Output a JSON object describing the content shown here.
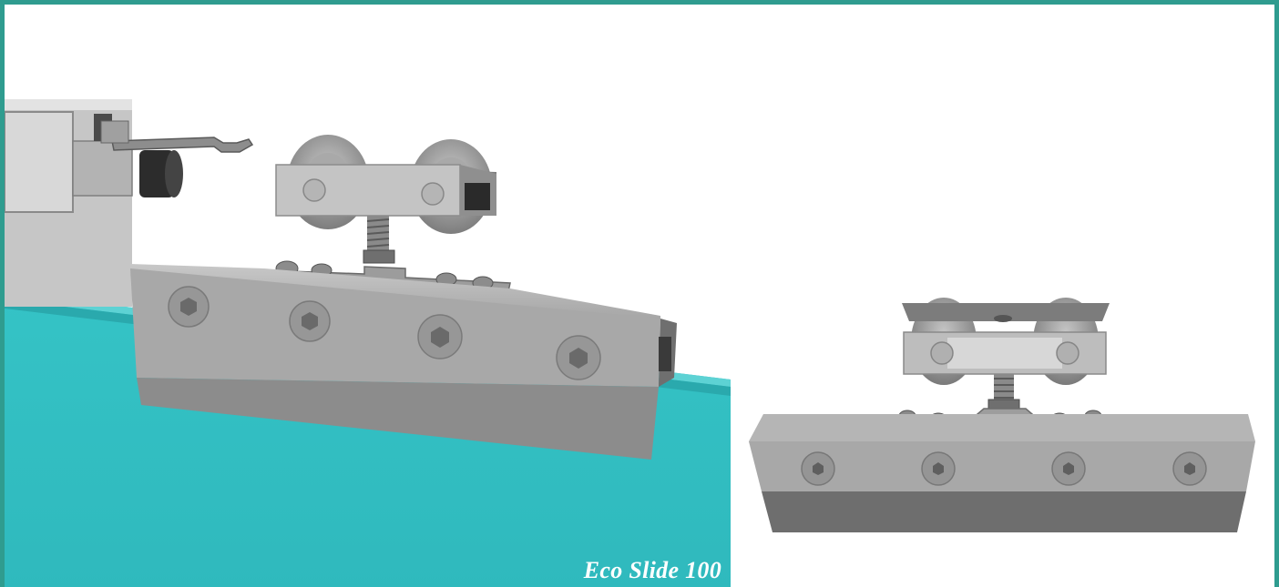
{
  "caption": "Eco Slide 100",
  "colors": {
    "frame": "#2f9c8f",
    "glass": "#33bfc3",
    "metal_light": "#b9b9b9",
    "metal_mid": "#9a9a9a",
    "metal_dark": "#7a7a7a"
  },
  "images": [
    {
      "name": "sliding-door-roller-installed",
      "view": "perspective"
    },
    {
      "name": "sliding-door-roller-front",
      "view": "front"
    }
  ]
}
